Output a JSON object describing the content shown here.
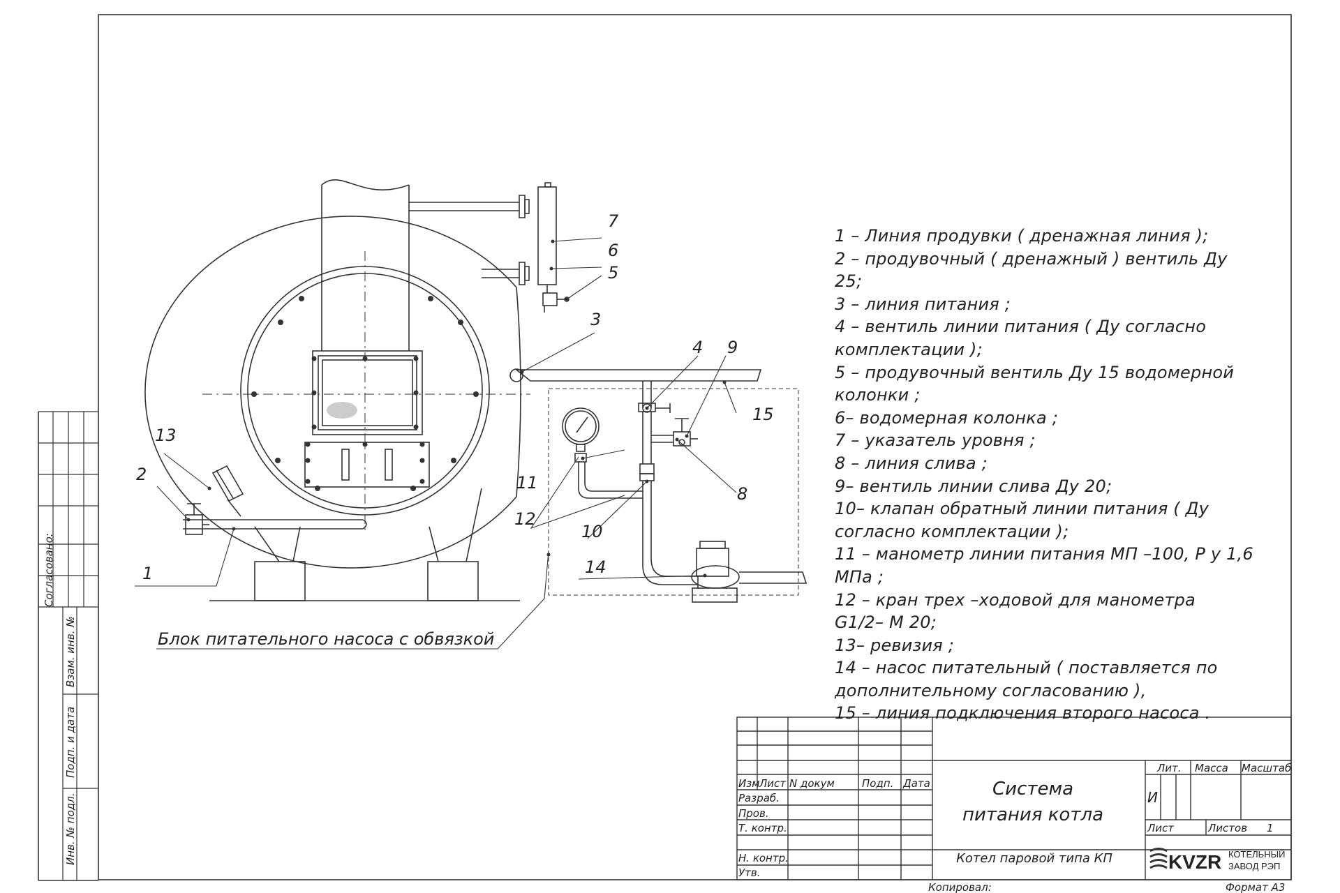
{
  "callouts": {
    "c1": "1",
    "c2": "2",
    "c3": "3",
    "c4": "4",
    "c5": "5",
    "c6": "6",
    "c7": "7",
    "c8": "8",
    "c9": "9",
    "c10": "10",
    "c11": "11",
    "c12": "12",
    "c13": "13",
    "c14": "14",
    "c15": "15"
  },
  "pump_block_label": "Блок питательного насоса с обвязкой",
  "legend": [
    "1 –  Линия продувки  ( дренажная линия );",
    "2 –  продувочный  ( дренажный )  вентиль Ду 25;",
    "3 –  линия питания ;",
    "4 –  вентиль линии питания  ( Ду согласно",
    "комплектации );",
    "5 –  продувочный вентиль Ду 15  водомерной",
    "колонки ;",
    "6–  водомерная колонка ;",
    "7 –  указатель уровня ;",
    "8 –  линия слива ;",
    "9–  вентиль линии слива Ду 20;",
    "10–  клапан обратный линии питания  ( Ду",
    "согласно комплектации );",
    "11 –  манометр линии питания МП –100, Р у  1,6",
    "МПа ;",
    "12 –  кран трех –ходовой для манометра",
    "G1/2– М 20;",
    "13–  ревизия ;",
    "14 –  насос питательный  ( поставляется по",
    "дополнительному согласованию ),",
    "15 –  линия подключения второго насоса ."
  ],
  "left_stamp": {
    "agreed": "Согласовано:",
    "inv_vzam": "Взам. инв. №",
    "podp_data": "Подп. и дата",
    "inv_podl": "Инв. № подл."
  },
  "title_block": {
    "h_izm": "Изм",
    "h_list": "Лист",
    "h_ndokum": "N докум",
    "h_podp": "Подп.",
    "h_data": "Дата",
    "razrab": "Разраб.",
    "prov": "Пров.",
    "tkontr": "Т. контр.",
    "nkontr": "Н. контр.",
    "utv": "Утв.",
    "title_line1": "Система",
    "title_line2": "питания котла",
    "subtitle": "Котел паровой типа КП",
    "lit": "Лит.",
    "massa": "Масса",
    "masshtab": "Масштаб",
    "lit_value": "И",
    "list": "Лист",
    "listov": "Листов",
    "listov_value": "1",
    "logo_text": "KVZR",
    "company_line1": "КОТЕЛЬНЫЙ",
    "company_line2": "ЗАВОД РЭП",
    "kopiroval": "Копировал:",
    "format": "Формат А3"
  }
}
